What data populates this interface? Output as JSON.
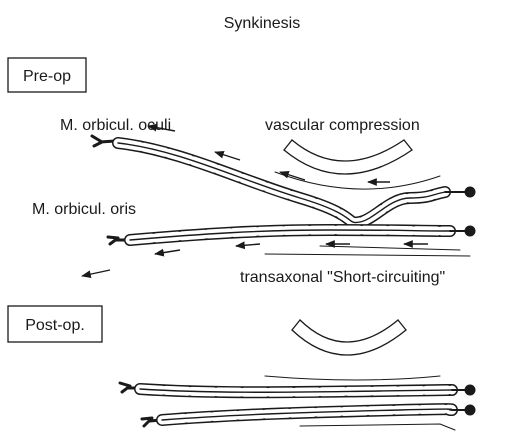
{
  "title": "Synkinesis",
  "panels": {
    "preop": {
      "box_label": "Pre-op",
      "labels": {
        "upper_nerve": "M. orbicul. oculi",
        "vessel": "vascular compression",
        "lower_nerve": "M. orbicul. oris",
        "short_circuit": "transaxonal \"Short-circuiting\""
      }
    },
    "postop": {
      "box_label": "Post-op."
    }
  }
}
